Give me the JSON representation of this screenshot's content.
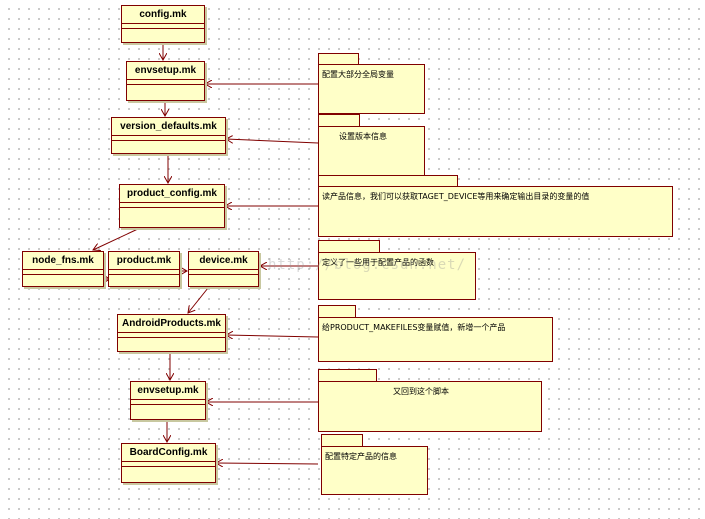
{
  "nodes": {
    "config": "config.mk",
    "envsetup1": "envsetup.mk",
    "version_defaults": "version_defaults.mk",
    "product_config": "product_config.mk",
    "node_fns": "node_fns.mk",
    "product": "product.mk",
    "device": "device.mk",
    "android_products": "AndroidProducts.mk",
    "envsetup2": "envsetup.mk",
    "board_config": "BoardConfig.mk"
  },
  "notes": {
    "global_vars": "配置大部分全局变量",
    "version_info": "设置版本信息",
    "product_info": "读产品信息，我们可以获取TAGET_DEVICE等用来确定输出目录的变量的值",
    "config_functions": "定义了一些用于配置产品的函数",
    "product_makefiles": "给PRODUCT_MAKEFILES变量赋值，新增一个产品",
    "back_to_script": "又回到这个脚本",
    "board_info": "配置特定产品的信息"
  },
  "watermark": "http://blog.csdn.net/"
}
